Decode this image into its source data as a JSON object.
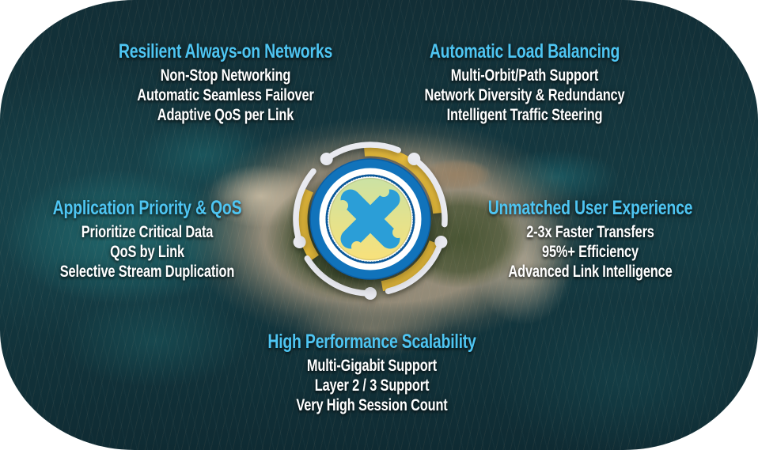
{
  "groups": [
    {
      "position": "top-left",
      "title": "Resilient Always-on Networks",
      "items": [
        "Non-Stop Networking",
        "Automatic Seamless Failover",
        "Adaptive QoS per Link"
      ]
    },
    {
      "position": "top-right",
      "title": "Automatic Load Balancing",
      "items": [
        "Multi-Orbit/Path Support",
        "Network Diversity & Redundancy",
        "Intelligent Traffic Steering"
      ]
    },
    {
      "position": "middle-left",
      "title": "Application Priority & QoS",
      "items": [
        "Prioritize Critical Data",
        "QoS by Link",
        "Selective Stream Duplication"
      ]
    },
    {
      "position": "middle-right",
      "title": "Unmatched User Experience",
      "items": [
        "2-3x Faster Transfers",
        "95%+ Efficiency",
        "Advanced Link Intelligence"
      ]
    },
    {
      "position": "bottom-center",
      "title": "High Performance Scalability",
      "items": [
        "Multi-Gigabit Support",
        "Layer 2 / 3 Support",
        "Very High Session Count"
      ]
    }
  ],
  "badge": {
    "icon": "x-cross-icon",
    "orbit_arcs_white": 5,
    "orbit_arcs_yellow": 3
  },
  "colors": {
    "heading_cyan": "#4ec5f2",
    "body_text": "#ffffff",
    "ocean_deep": "#143840",
    "badge_outer_blue": "#1173bb",
    "badge_navy": "#0b589a",
    "badge_disc_top": "#cbe2a4",
    "badge_disc_bottom": "#f8e17b",
    "badge_x_blue": "#2b9ed7",
    "arc_white": "#e9eaf0",
    "arc_yellow": "#f1c33c",
    "frame_background": "#ffffff"
  }
}
